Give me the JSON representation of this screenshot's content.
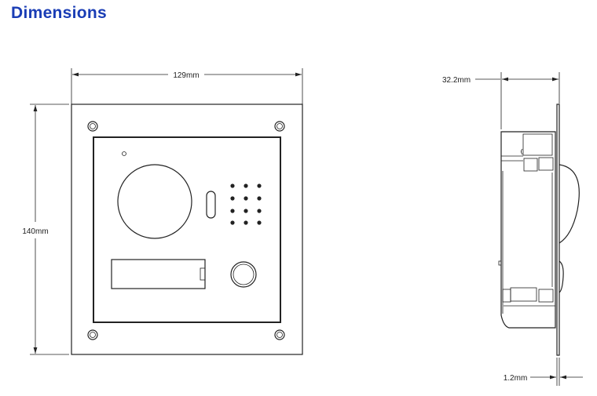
{
  "title": "Dimensions",
  "front_view": {
    "width_label": "129mm",
    "height_label": "140mm"
  },
  "side_view": {
    "depth_label": "32.2mm",
    "plate_label": "1.2mm"
  },
  "colors": {
    "title": "#1a3db5",
    "lines": "#222222"
  }
}
